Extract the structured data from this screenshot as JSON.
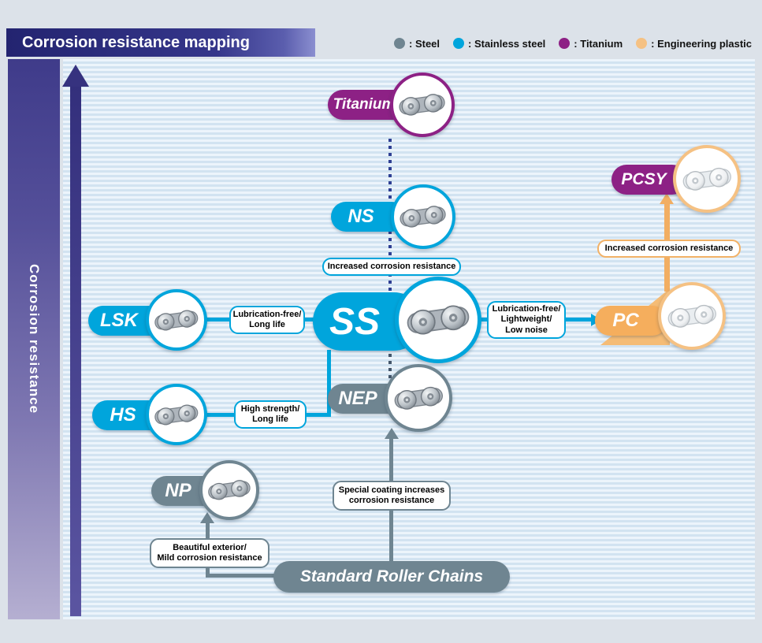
{
  "banner": {
    "title": "Corrosion resistance mapping"
  },
  "legend": {
    "items": [
      {
        "label": ": Steel",
        "color": "#6f8591"
      },
      {
        "label": ": Stainless steel",
        "color": "#00a5dc"
      },
      {
        "label": ": Titanium",
        "color": "#8d2185"
      },
      {
        "label": ": Engineering plastic",
        "color": "#f5c183"
      }
    ]
  },
  "axis": {
    "label": "Corrosion resistance"
  },
  "nodes": {
    "titanium": {
      "label": "Titanium",
      "material": "titanium"
    },
    "ns": {
      "label": "NS",
      "material": "stainless-steel"
    },
    "pcsy": {
      "label": "PCSY",
      "material": "engineering-plastic"
    },
    "lsk": {
      "label": "LSK",
      "material": "stainless-steel"
    },
    "ss": {
      "label": "SS",
      "material": "stainless-steel"
    },
    "pc": {
      "label": "PC",
      "material": "engineering-plastic"
    },
    "hs": {
      "label": "HS",
      "material": "stainless-steel"
    },
    "nep": {
      "label": "NEP",
      "material": "steel"
    },
    "np": {
      "label": "NP",
      "material": "steel"
    },
    "standard": {
      "label": "Standard Roller Chains",
      "material": "steel"
    }
  },
  "callouts": {
    "ns_increase": {
      "lines": [
        "Increased corrosion resistance"
      ]
    },
    "pcsy_increase": {
      "lines": [
        "Increased corrosion resistance"
      ]
    },
    "lsk": {
      "lines": [
        "Lubrication-free/",
        "Long life"
      ]
    },
    "pc": {
      "lines": [
        "Lubrication-free/",
        "Lightweight/",
        "Low noise"
      ]
    },
    "hs": {
      "lines": [
        "High strength/",
        "Long life"
      ]
    },
    "nep": {
      "lines": [
        "Special coating increases",
        "corrosion resistance"
      ]
    },
    "np": {
      "lines": [
        "Beautiful exterior/",
        "Mild corrosion resistance"
      ]
    }
  },
  "colors": {
    "steel": "#6f8591",
    "stainless": "#00a5dc",
    "titanium": "#8d2185",
    "plastic": "#f5c183",
    "axis": "#36327f"
  }
}
